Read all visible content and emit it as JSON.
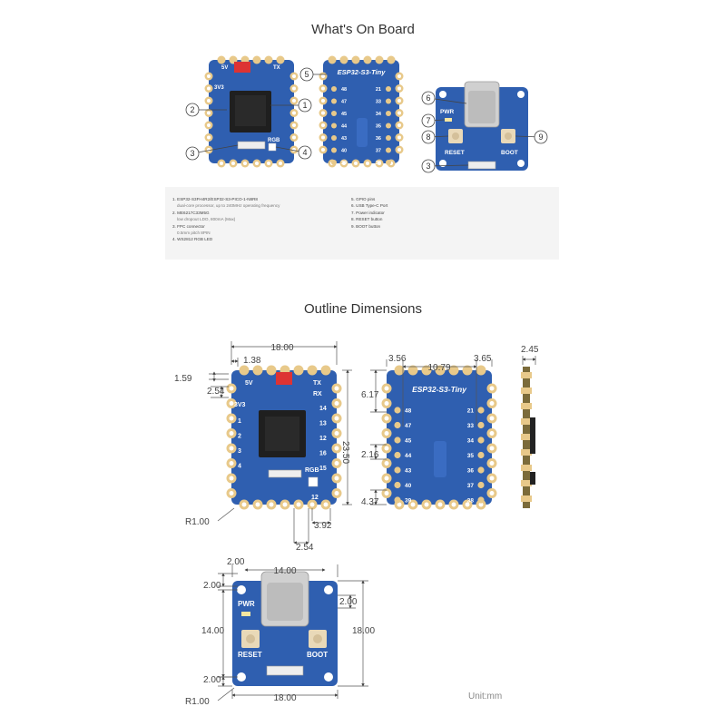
{
  "titles": {
    "on_board": "What's On Board",
    "outline": "Outline Dimensions"
  },
  "legend": {
    "left": [
      {
        "num": "1.",
        "label": "ESP32-S3FH4R2/ESP32-S3-PICO-1-N8R8",
        "sub": "dual-core processor, up to 240MHz operating frequency"
      },
      {
        "num": "2.",
        "label": "ME6217C33M5G",
        "sub": "low dropout LDO, 800mA (Max)"
      },
      {
        "num": "3.",
        "label": "FPC connector",
        "sub": "0.5mm pitch 8PIN"
      },
      {
        "num": "4.",
        "label": "WS2812 RGB LED",
        "sub": ""
      }
    ],
    "right": [
      {
        "num": "5.",
        "label": "GPIO pins"
      },
      {
        "num": "6.",
        "label": "USB Type-C Port"
      },
      {
        "num": "7.",
        "label": "Power indicator"
      },
      {
        "num": "8.",
        "label": "RESET button"
      },
      {
        "num": "9.",
        "label": "BOOT button"
      }
    ]
  },
  "silkscreen": {
    "chip_name": "ESP32-S3-Tiny",
    "v5": "5V",
    "v33": "3V3",
    "tx": "TX",
    "rx": "RX",
    "rgb": "RGB",
    "pwr": "PWR",
    "reset": "RESET",
    "boot": "BOOT",
    "back_left_pins": [
      "48",
      "47",
      "45",
      "44",
      "43",
      "40",
      "39"
    ],
    "back_right_pins": [
      "21",
      "33",
      "34",
      "35",
      "36",
      "37",
      "38"
    ],
    "front_right_pins": [
      "14",
      "13",
      "12",
      "16",
      "15"
    ],
    "front_left_pins": [
      "1",
      "2",
      "3",
      "4"
    ],
    "front_bottom_pin": "12"
  },
  "callouts": [
    "1",
    "2",
    "3",
    "4",
    "5",
    "6",
    "7",
    "8",
    "9"
  ],
  "dimensions": {
    "front_width": "18.00",
    "front_offset_top": "1.38",
    "front_offset_left": "1.59",
    "front_pitch": "2.54",
    "front_height": "23.50",
    "front_radius": "R1.00",
    "front_bottom_offset": "3.92",
    "front_bottom_pitch": "2.54",
    "back_left_offset": "3.56",
    "back_span": "10.79",
    "back_right_offset": "3.65",
    "back_top": "6.17",
    "back_mid": "2.16",
    "back_bottom": "4.37",
    "side_thickness": "2.45",
    "module_width": "14.00",
    "module_left": "2.00",
    "module_top_left": "2.00",
    "module_top_right": "2.00",
    "module_height_inner": "14.00",
    "module_height": "18.00",
    "module_bottom": "2.00",
    "module_bottom_width": "18.00",
    "module_radius": "R1.00"
  },
  "unit_label": "Unit:mm",
  "colors": {
    "pcb": "#2f5fb0",
    "pad": "#e8c98a",
    "chip": "#1f1f1f",
    "button": "#e9d9b8"
  }
}
